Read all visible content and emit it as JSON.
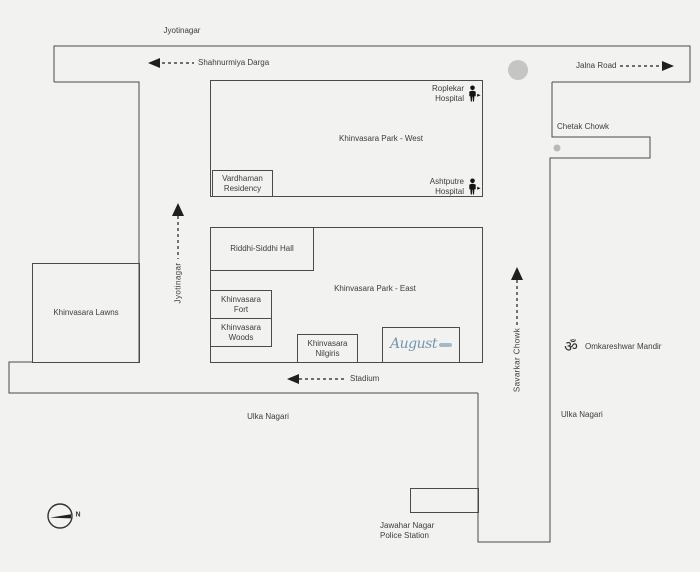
{
  "map": {
    "roads": {
      "jyotinagar_top": {
        "label": "Jyotinagar"
      },
      "shahnurmiya_darga": {
        "label": "Shahnurmiya Darga"
      },
      "jalna_road": {
        "label": "Jalna Road"
      },
      "jyotinagar_vertical": {
        "label": "Jyotinagar"
      },
      "savarkar_chowk": {
        "label": "Savarkar Chowk"
      },
      "chetak_chowk": {
        "label": "Chetak Chowk"
      },
      "stadium": {
        "label": "Stadium"
      },
      "ulka_nagari_left": {
        "label": "Ulka Nagari"
      },
      "ulka_nagari_right": {
        "label": "Ulka Nagari"
      }
    },
    "areas": {
      "park_west": {
        "label": "Khinvasara Park - West"
      },
      "park_east": {
        "label": "Khinvasara Park - East"
      },
      "lawns": {
        "label": "Khinvasara Lawns"
      },
      "vardhaman_residency": {
        "label": "Vardhaman Residency"
      },
      "riddhi_siddhi_hall": {
        "label": "Riddhi-Siddhi Hall"
      },
      "fort": {
        "label": "Khinvasara Fort"
      },
      "woods": {
        "label": "Khinvasara Woods"
      },
      "nilgiris": {
        "label": "Khinvasara Nilgiris"
      },
      "august_project": {
        "label": "August"
      },
      "police_station": {
        "label": "Jawahar Nagar Police Station"
      }
    },
    "landmarks": {
      "roplekar_hospital": {
        "label": "Roplekar Hospital",
        "icon": "person-icon"
      },
      "ashtputre_hospital": {
        "label": "Ashtputre Hospital",
        "icon": "person-icon"
      },
      "omkareshwar_mandir": {
        "label": "Omkareshwar Mandir",
        "symbol": "ॐ",
        "icon": "om-icon"
      }
    },
    "compass": {
      "north_label": "N"
    },
    "colors": {
      "background": "#f2f2f0",
      "line": "#4b4b4b",
      "text": "#3d3d3d",
      "arrow": "#1f1f1f",
      "logo_blue": "#7596ad",
      "junction_dot": "#c5c5c3"
    }
  }
}
